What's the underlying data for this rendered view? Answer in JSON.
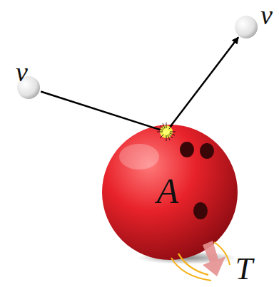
{
  "diagram": {
    "nodes": [
      {
        "text": [
          "ν"
        ]
      },
      {
        "text": [
          "A"
        ]
      },
      {
        "text": [
          "ν"
        ]
      }
    ],
    "edges": [
      {
        "from": 0,
        "to": 1,
        "arrow": "none"
      },
      {
        "from": 1,
        "to": 2,
        "arrow": "to"
      }
    ],
    "labels": [
      "T"
    ]
  }
}
